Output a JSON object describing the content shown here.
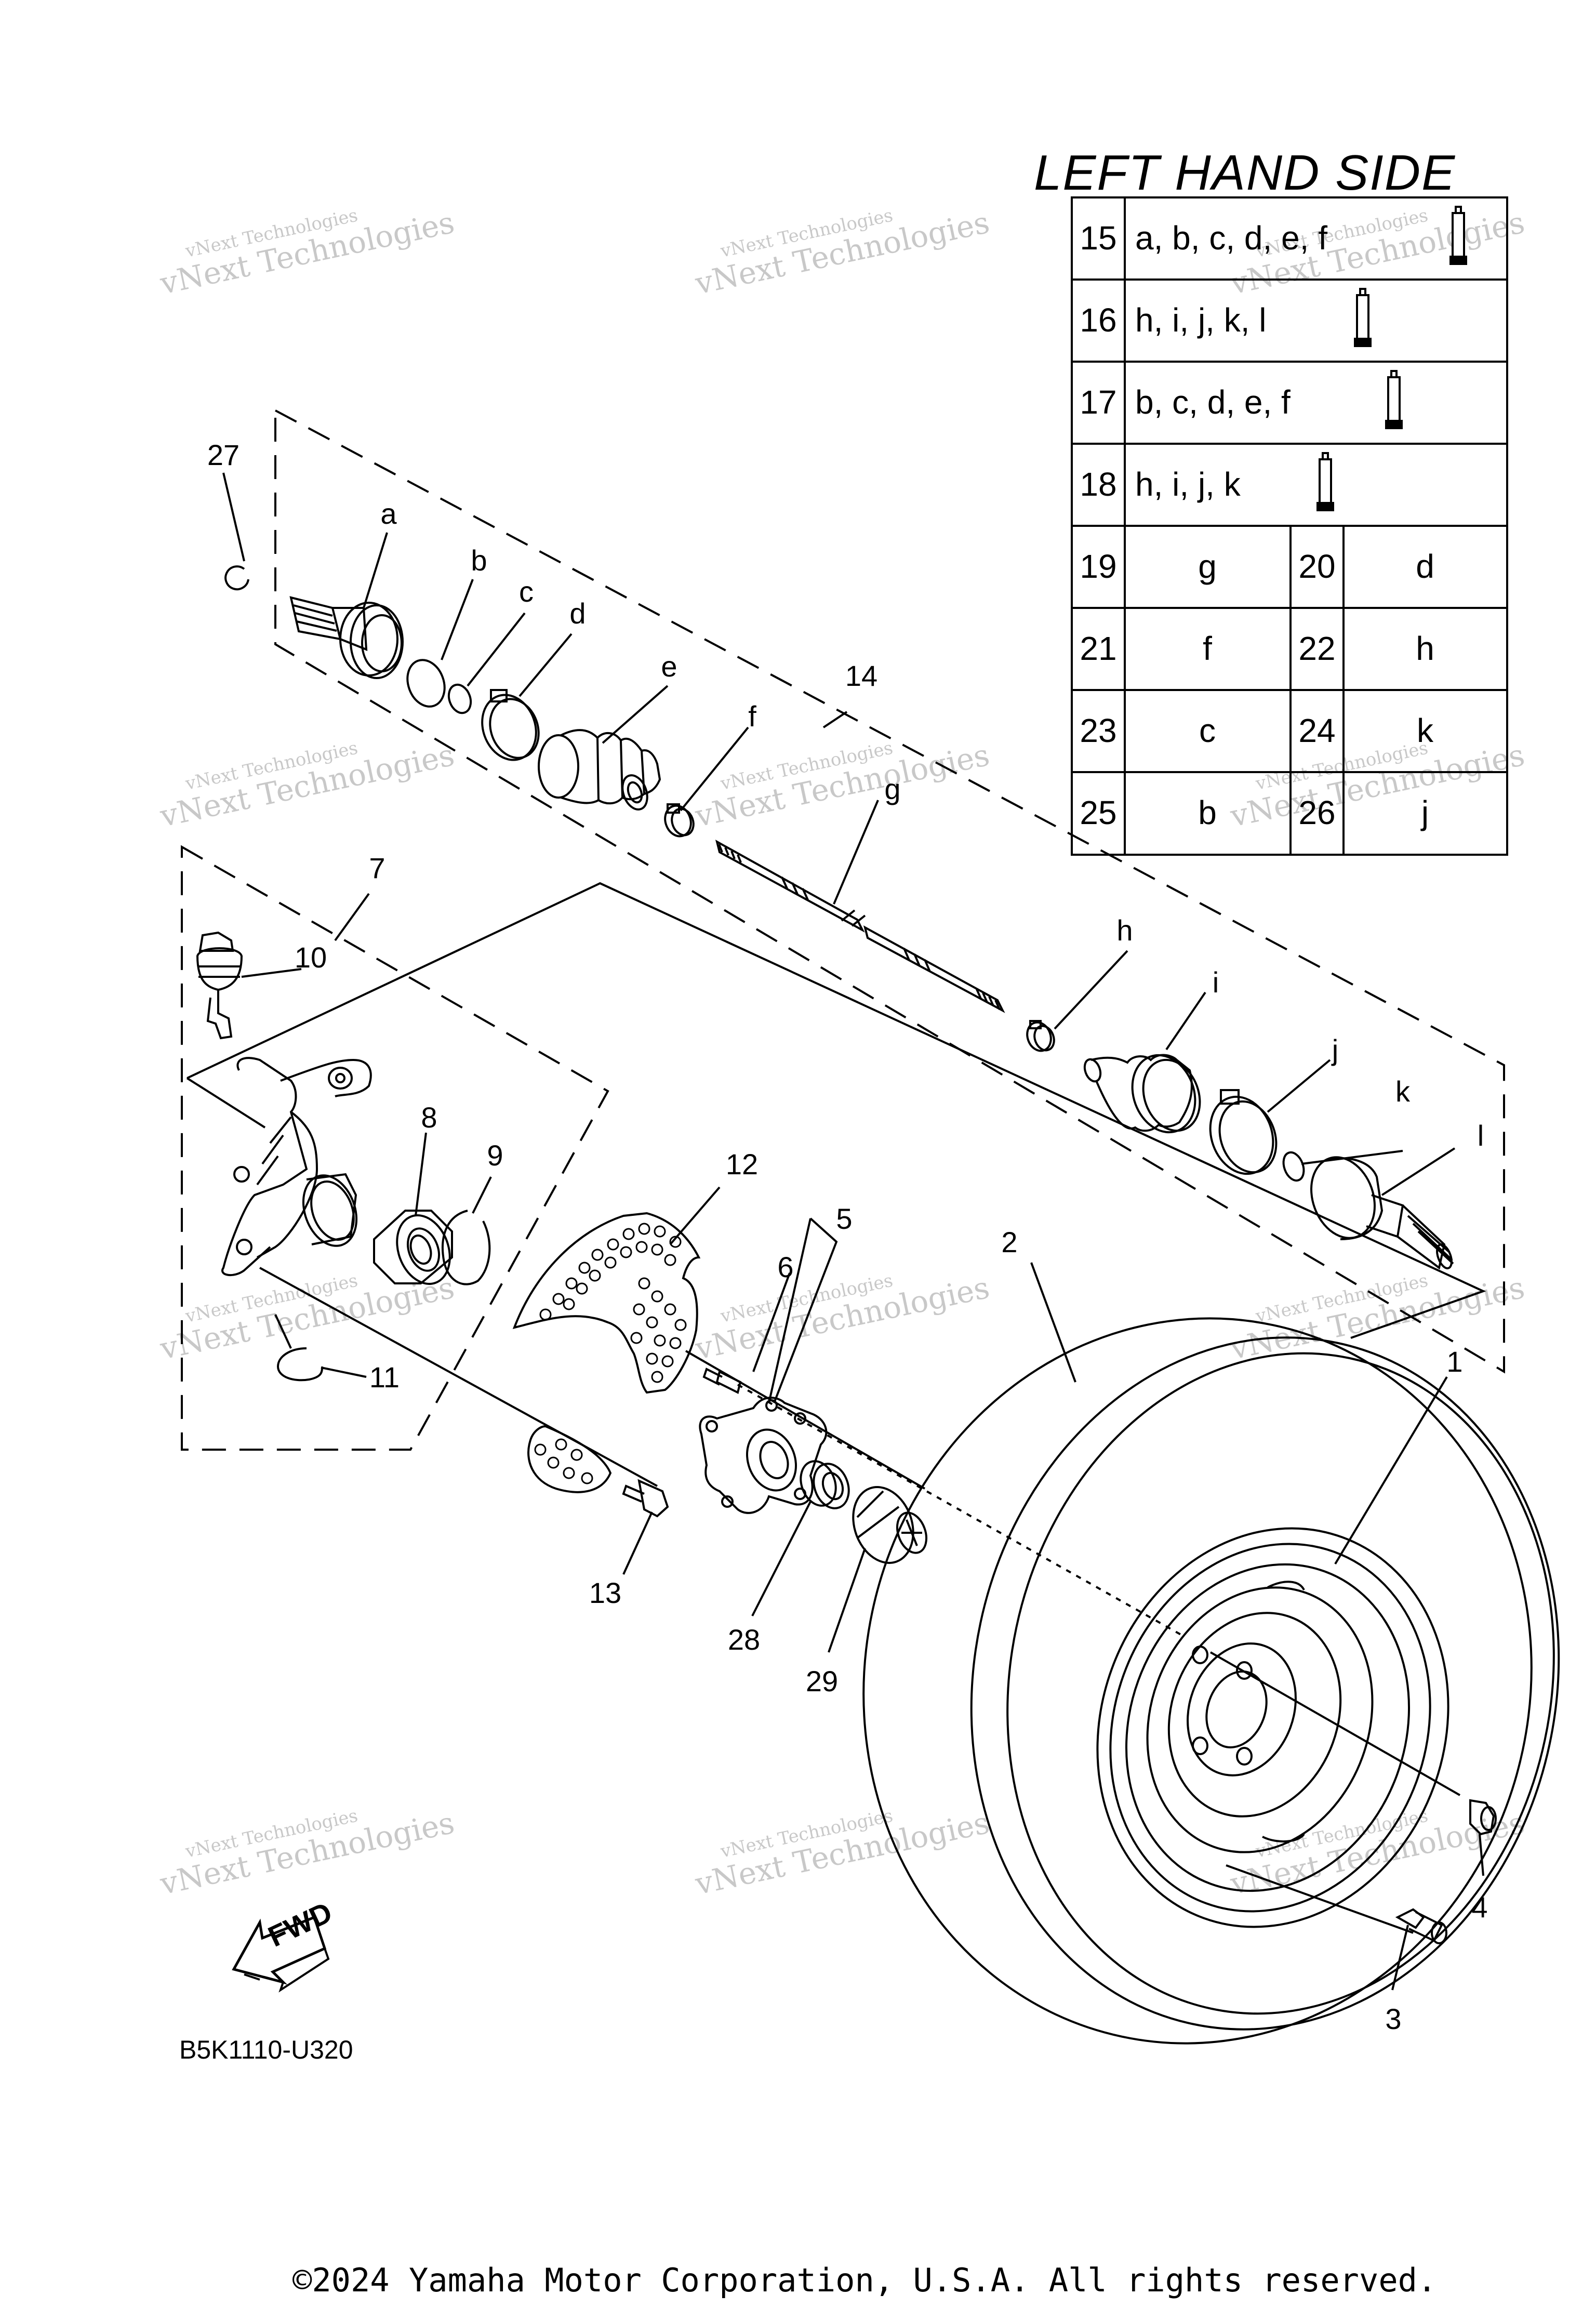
{
  "diagram": {
    "table_title": "LEFT HAND SIDE",
    "kit_rows": [
      {
        "num": "15",
        "parts": "a, b, c, d, e, f"
      },
      {
        "num": "16",
        "parts": "h, i, j, k, l"
      },
      {
        "num": "17",
        "parts": "b, c, d, e, f"
      },
      {
        "num": "18",
        "parts": "h, i, j, k"
      }
    ],
    "pair_rows": [
      {
        "num1": "19",
        "part1": "g",
        "num2": "20",
        "part2": "d"
      },
      {
        "num1": "21",
        "part1": "f",
        "num2": "22",
        "part2": "h"
      },
      {
        "num1": "23",
        "part1": "c",
        "num2": "24",
        "part2": "k"
      },
      {
        "num1": "25",
        "part1": "b",
        "num2": "26",
        "part2": "j"
      }
    ],
    "callouts": [
      "1",
      "2",
      "3",
      "4",
      "5",
      "6",
      "7",
      "8",
      "9",
      "10",
      "11",
      "12",
      "13",
      "14",
      "27",
      "28",
      "29",
      "a",
      "b",
      "c",
      "d",
      "e",
      "f",
      "g",
      "h",
      "i",
      "j",
      "k",
      "l"
    ],
    "fwd_label": "FWD",
    "diagram_code": "B5K1110-U320",
    "copyright": "©2024 Yamaha Motor Corporation, U.S.A. All rights reserved.",
    "watermark_line1": "vNext Technologies",
    "watermark_line2": "vNext Technologies"
  }
}
